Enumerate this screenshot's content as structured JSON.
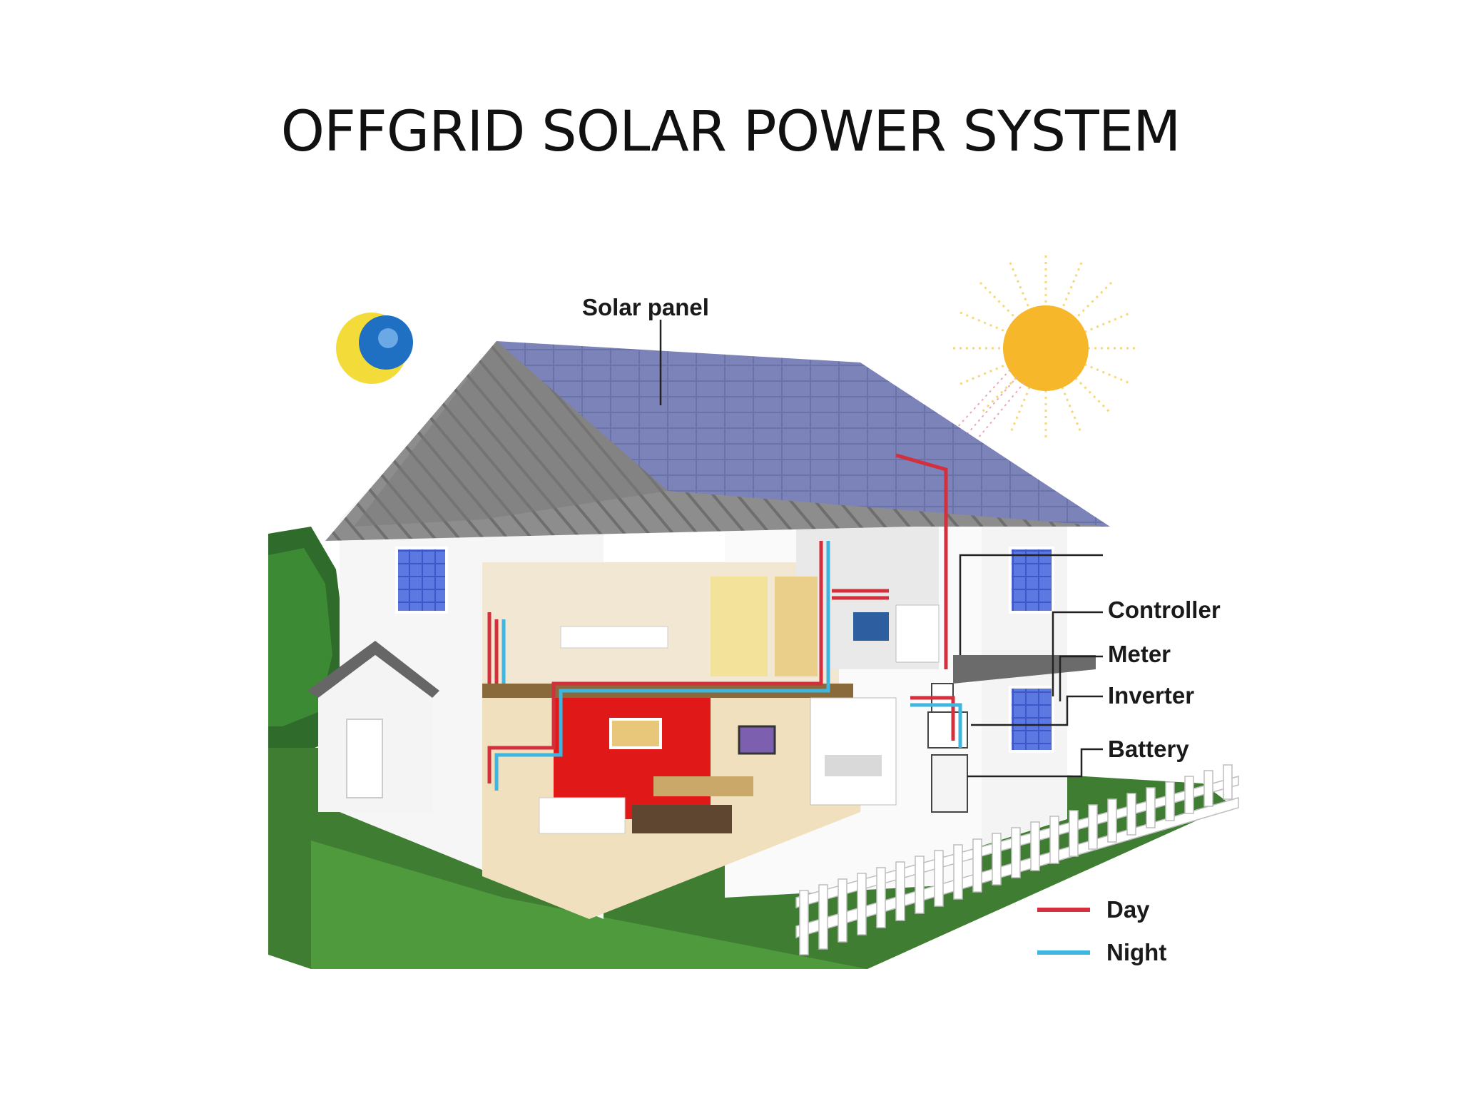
{
  "title": "OFFGRID SOLAR POWER SYSTEM",
  "diagram": {
    "labels": {
      "solar_panel": "Solar panel",
      "controller": "Controller",
      "meter": "Meter",
      "inverter": "Inverter",
      "battery": "Battery"
    },
    "legend": [
      {
        "label": "Day",
        "color": "#d32f3c"
      },
      {
        "label": "Night",
        "color": "#3fb6e0"
      }
    ]
  }
}
